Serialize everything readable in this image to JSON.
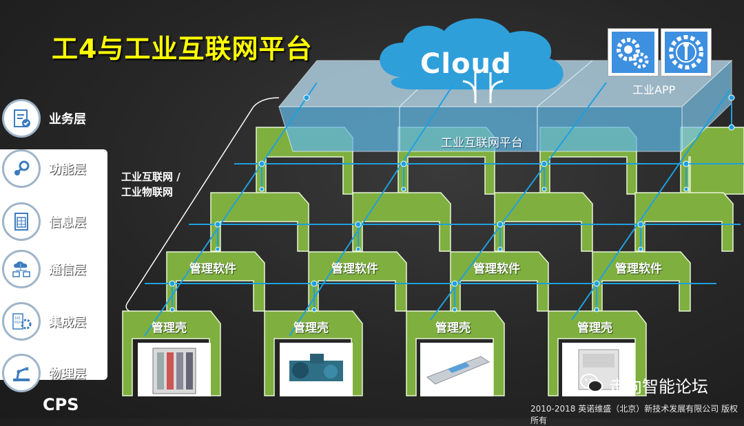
{
  "title": "工4与工业互联网平台",
  "cloud": {
    "label": "Cloud"
  },
  "platform": {
    "label": "工业互联网平台"
  },
  "apps": {
    "label": "工业APP",
    "icons": [
      "gears-icon",
      "wrench-gear-icon"
    ]
  },
  "network_label": {
    "line1": "工业互联网 /",
    "line2": "工业物联网"
  },
  "layers": [
    {
      "label": "业务层",
      "icon": "clipboard-check-icon"
    },
    {
      "label": "功能层",
      "icon": "steam-icon"
    },
    {
      "label": "信息层",
      "icon": "spreadsheet-icon"
    },
    {
      "label": "通信层",
      "icon": "cloud-network-icon"
    },
    {
      "label": "集成层",
      "icon": "binary-gear-icon"
    },
    {
      "label": "物理层",
      "icon": "robot-arm-icon"
    }
  ],
  "cps_label": "CPS",
  "management_software": [
    "管理软件",
    "管理软件",
    "管理软件",
    "管理软件"
  ],
  "management_shell": [
    "管理壳",
    "管理壳",
    "管理壳",
    "管理壳"
  ],
  "devices": [
    "control-cabinet-image",
    "industrial-machine-image",
    "linear-module-image",
    "equipment-unit-image"
  ],
  "brand": "走向智能论坛",
  "footer": "2010-2018 英诺维盛（北京）新技术发展有限公司   版权所有",
  "colors": {
    "title": "#ffff00",
    "green": "#8bc34a",
    "line": "#1ea0e0",
    "platform": "#bfe3f7"
  }
}
